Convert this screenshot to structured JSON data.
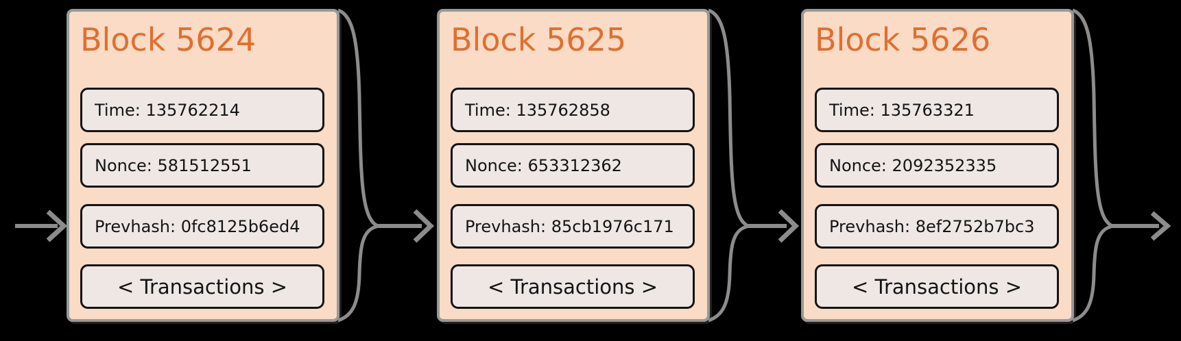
{
  "diagram_title": "blockchain-blocks",
  "colors": {
    "background": "#000000",
    "block_fill": "#f9dbc6",
    "block_border": "#999999",
    "block_title": "#e06f2e",
    "field_fill": "#eee7e4",
    "field_border": "#141414",
    "arrow": "#8c8c8c"
  },
  "blocks": [
    {
      "title": "Block 5624",
      "fields": [
        {
          "name": "time",
          "text": "Time: 135762214"
        },
        {
          "name": "nonce",
          "text": "Nonce: 581512551"
        },
        {
          "name": "prevhash",
          "text": "Prevhash: 0fc8125b6ed4"
        },
        {
          "name": "transactions",
          "text": "< Transactions >"
        }
      ]
    },
    {
      "title": "Block 5625",
      "fields": [
        {
          "name": "time",
          "text": "Time: 135762858"
        },
        {
          "name": "nonce",
          "text": "Nonce: 653312362"
        },
        {
          "name": "prevhash",
          "text": "Prevhash: 85cb1976c171"
        },
        {
          "name": "transactions",
          "text": "< Transactions >"
        }
      ]
    },
    {
      "title": "Block 5626",
      "fields": [
        {
          "name": "time",
          "text": "Time: 135763321"
        },
        {
          "name": "nonce",
          "text": "Nonce: 2092352335"
        },
        {
          "name": "prevhash",
          "text": "Prevhash: 8ef2752b7bc3"
        },
        {
          "name": "transactions",
          "text": "< Transactions >"
        }
      ]
    }
  ]
}
